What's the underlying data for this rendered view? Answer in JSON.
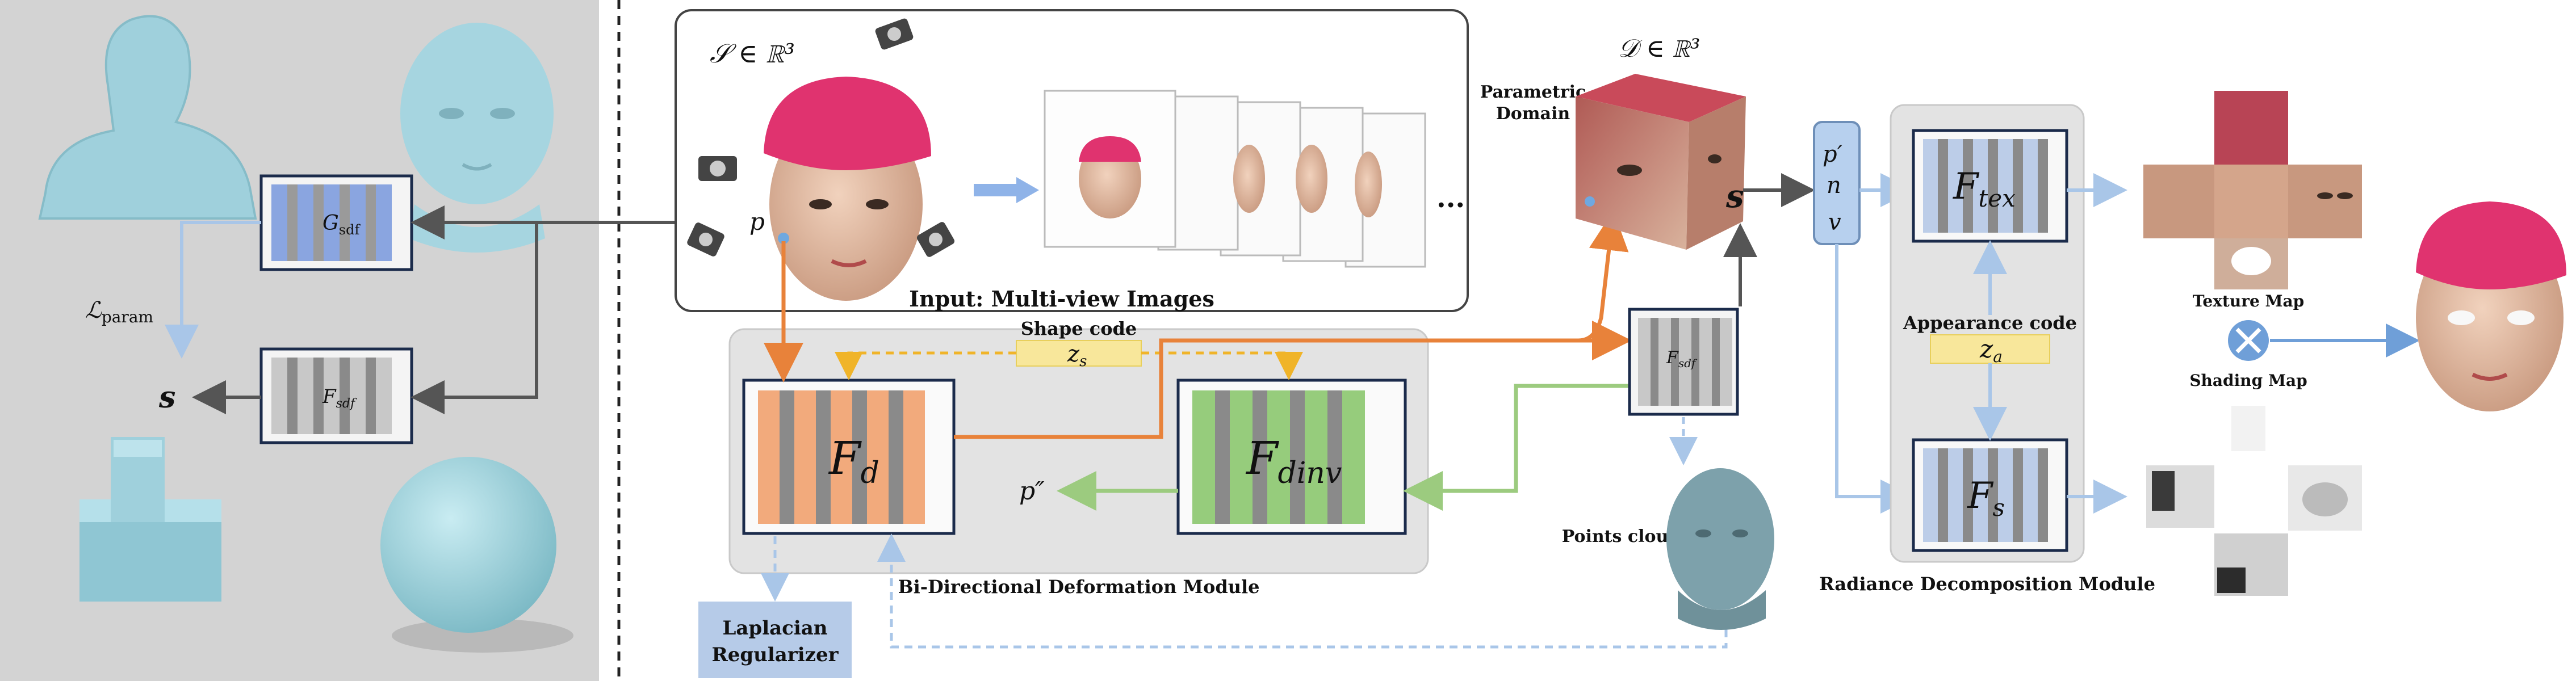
{
  "left_panel": {
    "gsdf_label": "G",
    "gsdf_sub": "sdf",
    "fsdf_label": "F",
    "fsdf_sub": "sdf",
    "loss_label": "ℒ",
    "loss_sub": "param",
    "s_output": "s"
  },
  "input": {
    "caption": "Input: Multi-view Images",
    "set_label": "𝒮 ∈ ℝ³",
    "point_label": "p",
    "ellipsis": "..."
  },
  "deformation": {
    "module_label": "Bi-Directional Deformation Module",
    "shape_code_title": "Shape code",
    "shape_code_symbol": "z",
    "shape_code_sub": "s",
    "fd_label": "F",
    "fd_sub": "d",
    "fdinv_label": "F",
    "fdinv_sub": "dinv",
    "p_double_prime": "p″",
    "laplacian_line1": "Laplacian",
    "laplacian_line2": "Regularizer"
  },
  "parametric": {
    "domain_label": "𝒟 ∈ ℝ³",
    "domain_caption_line1": "Parametric",
    "domain_caption_line2": "Domain",
    "fsdf_label": "F",
    "fsdf_sub": "sdf",
    "s_output": "s",
    "points_cloud": "Points cloud"
  },
  "features": {
    "p_prime": "p′",
    "n": "n",
    "v": "v"
  },
  "radiance": {
    "module_label": "Radiance Decomposition Module",
    "ftex_label": "F",
    "ftex_sub": "tex",
    "fs_label": "F",
    "fs_sub": "s",
    "appearance_title": "Appearance code",
    "appearance_symbol": "z",
    "appearance_sub": "a"
  },
  "outputs": {
    "texture_map": "Texture Map",
    "shading_map": "Shading Map"
  },
  "colors": {
    "orange": "#e8823a",
    "green": "#9ccb7f",
    "light_blue": "#a9c6e8",
    "blue_arrow": "#6f9fd8",
    "yellow": "#f5e08a",
    "gray_panel": "#d3d3d3",
    "module_bg": "#e3e3e3"
  }
}
